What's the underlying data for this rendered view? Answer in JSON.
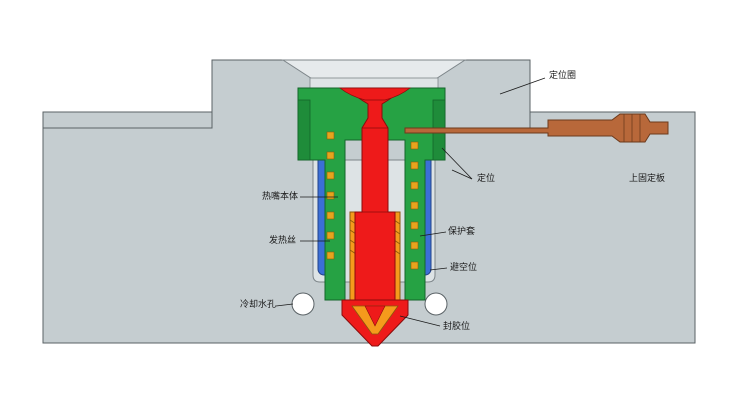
{
  "labels": {
    "locating_ring": "定位圈",
    "locating": "定位",
    "top_clamp_plate": "上固定板",
    "nozzle_body": "热嘴本体",
    "heating_wire": "发热丝",
    "protective_sleeve": "保护套",
    "clearance": "避空位",
    "cooling_hole": "冷却水孔",
    "sealing_position": "封胶位"
  },
  "colors": {
    "plate": "#c5cdd0",
    "plate_edge": "#5a6266",
    "manifold_green": "#26a244",
    "melt_red": "#ee1a1a",
    "tip_orange": "#f59a1c",
    "heater_blue": "#3b6fd6",
    "heater_coil": "#e7a41d",
    "probe_copper": "#b8683a"
  }
}
